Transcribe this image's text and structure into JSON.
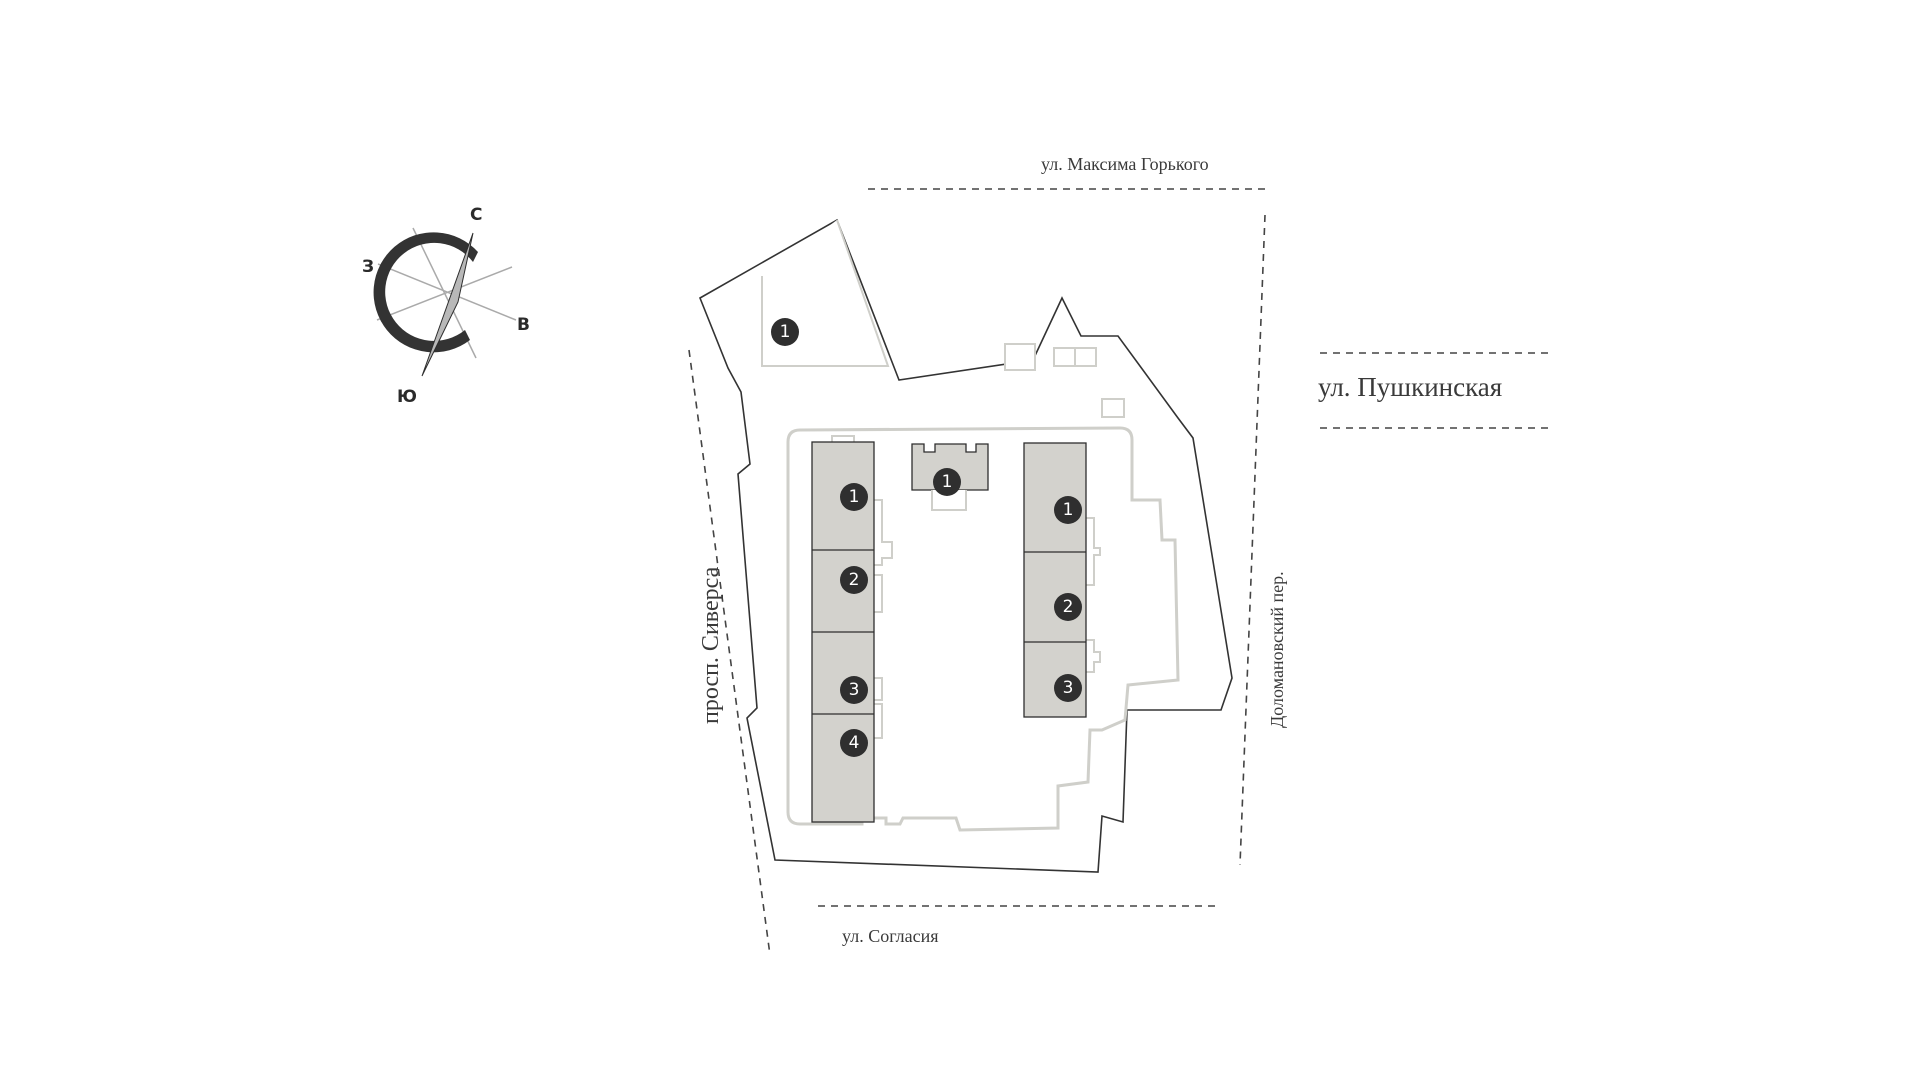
{
  "streets": {
    "north": "ул. Максима Горького",
    "east_far": "ул. Пушкинская",
    "east_near": "Доломановский пер.",
    "south": "ул. Согласия",
    "west": "просп. Сиверса"
  },
  "compass": {
    "north": "С",
    "east": "В",
    "south": "Ю",
    "west": "З",
    "icon": "compass-rose-icon"
  },
  "buildings": [
    {
      "id": "nw-small",
      "section": "1"
    },
    {
      "id": "west-tower",
      "sections": [
        "1",
        "2",
        "3",
        "4"
      ]
    },
    {
      "id": "center-small",
      "section": "1"
    },
    {
      "id": "east-tower",
      "sections": [
        "1",
        "2",
        "3"
      ]
    }
  ],
  "badges": {
    "nw": "1",
    "w1": "1",
    "w2": "2",
    "w3": "3",
    "w4": "4",
    "c1": "1",
    "e1": "1",
    "e2": "2",
    "e3": "3"
  },
  "colors": {
    "building_fill": "#d3d2cd",
    "outline": "#333333",
    "path": "#cfcfca",
    "badge": "#2f2f2f"
  }
}
